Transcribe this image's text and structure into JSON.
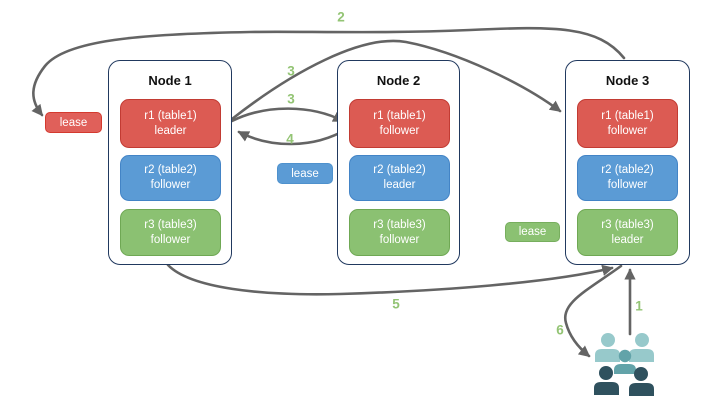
{
  "nodes": [
    {
      "title": "Node 1",
      "replicas": [
        {
          "name": "r1 (table1)",
          "role": "leader",
          "color": "#dc5b53"
        },
        {
          "name": "r2 (table2)",
          "role": "follower",
          "color": "#5b9bd5"
        },
        {
          "name": "r3 (table3)",
          "role": "follower",
          "color": "#8bc172"
        }
      ]
    },
    {
      "title": "Node 2",
      "replicas": [
        {
          "name": "r1 (table1)",
          "role": "follower",
          "color": "#dc5b53"
        },
        {
          "name": "r2 (table2)",
          "role": "leader",
          "color": "#5b9bd5"
        },
        {
          "name": "r3 (table3)",
          "role": "follower",
          "color": "#8bc172"
        }
      ]
    },
    {
      "title": "Node 3",
      "replicas": [
        {
          "name": "r1 (table1)",
          "role": "follower",
          "color": "#dc5b53"
        },
        {
          "name": "r2 (table2)",
          "role": "follower",
          "color": "#5b9bd5"
        },
        {
          "name": "r3 (table3)",
          "role": "leader",
          "color": "#8bc172"
        }
      ]
    }
  ],
  "leases": [
    {
      "label": "lease",
      "color": "#e0605a"
    },
    {
      "label": "lease",
      "color": "#5b9bd5"
    },
    {
      "label": "lease",
      "color": "#8bc172"
    }
  ],
  "steps": [
    "2",
    "3",
    "3",
    "4",
    "5",
    "6",
    "1"
  ],
  "icons": {
    "users_group": "users-group-icon"
  },
  "palette": {
    "red": "#dc5b53",
    "blue": "#5b9bd5",
    "green": "#8bc172",
    "step_label_green": "#93c474",
    "node_border": "#21395f",
    "arrow_gray": "#646464",
    "people_light": "#97c9cb",
    "people_medium": "#62a3a9",
    "people_dark": "#2f515e"
  }
}
